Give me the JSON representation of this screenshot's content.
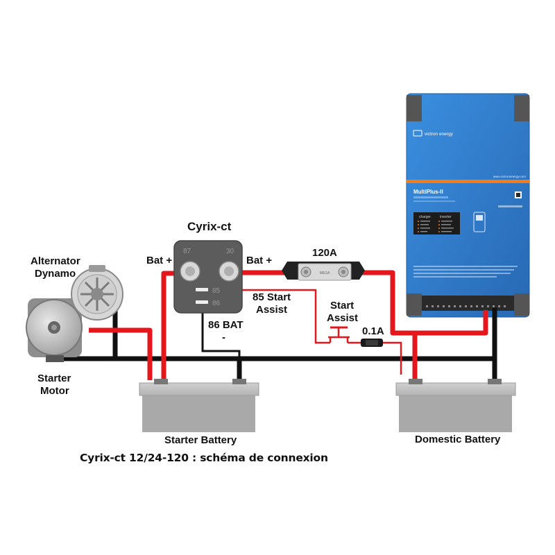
{
  "diagram": {
    "relay": {
      "name": "Cyrix-ct",
      "terminal_87": "87",
      "terminal_30": "30",
      "terminal_85": "85",
      "terminal_86": "86",
      "bat_left": "Bat +",
      "bat_right": "Bat +",
      "start_assist_85_line1": "85 Start",
      "start_assist_85_line2": "Assist",
      "bat_86_line1": "86 BAT",
      "bat_86_line2": "-"
    },
    "fuse_main": {
      "rating": "120A",
      "mark": "MEGA"
    },
    "fuse_small": {
      "rating": "0.1A"
    },
    "start_assist_switch": {
      "line1": "Start",
      "line2": "Assist"
    },
    "alternator": {
      "line1": "Alternator",
      "line2": "Dynamo"
    },
    "starter_motor": {
      "line1": "Starter",
      "line2": "Motor"
    },
    "starter_battery": {
      "label": "Starter Battery"
    },
    "domestic_battery": {
      "label": "Domestic Battery"
    },
    "inverter": {
      "brand": "victron energy",
      "model": "MultiPlus-II",
      "website": "www.victronenergy.com",
      "panel_left_title": "charger",
      "panel_right_title": "inverter"
    },
    "caption": "Cyrix-ct 12/24-120 : schéma de connexion"
  },
  "colors": {
    "positive_wire": "#e5171c",
    "negative_wire": "#111111",
    "inverter_blue": "#2f7fd0",
    "inverter_orange": "#f07c1c",
    "battery_gray": "#a9a9a9",
    "relay_gray": "#5c5c5c"
  }
}
